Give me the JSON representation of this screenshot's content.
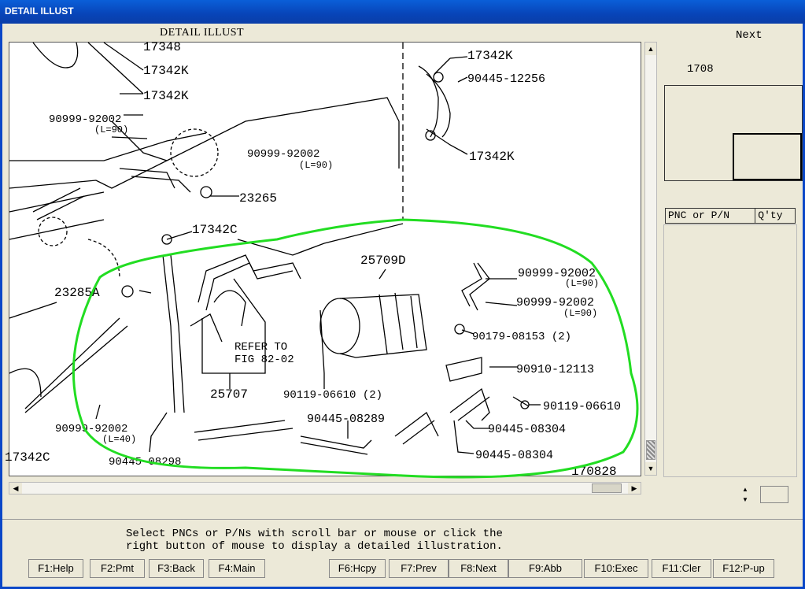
{
  "window": {
    "title": "DETAIL ILLUST"
  },
  "illustration": {
    "header": "DETAIL ILLUST",
    "labels": {
      "l17348": "17348",
      "l17342k_1": "17342K",
      "l17342k_2": "17342K",
      "l90999_top": "90999-92002",
      "l90999_top_len": "(L=90)",
      "l90999_mid": "90999-92002",
      "l90999_mid_len": "(L=90)",
      "l23265": "23265",
      "l17342c": "17342C",
      "l23285a": "23285A",
      "l17342k_r1": "17342K",
      "l90445_12256": "90445-12256",
      "l17342k_r2": "17342K",
      "l25709d": "25709D",
      "l90999_r1": "90999-92002",
      "l90999_r1_len": "(L=90)",
      "l90999_r2": "90999-92002",
      "l90999_r2_len": "(L=90)",
      "l90179": "90179-08153 (2)",
      "refer1": "REFER TO",
      "refer2": "FIG 82-02",
      "l90910": "90910-12113",
      "l25707": "25707",
      "l90119_2": "90119-06610 (2)",
      "l90119": "90119-06610",
      "l90445_08289": "90445-08289",
      "l90445_08304a": "90445-08304",
      "l90999_bot": "90999-92002",
      "l90999_bot_len": "(L=40)",
      "l90445_08304b": "90445-08304",
      "l90445_08298": "90445-08298",
      "l17342c_bot": "17342C",
      "fig": "170828"
    }
  },
  "right_panel": {
    "next_label": "Next",
    "page_number": "1708",
    "table_headers": [
      "PNC or P/N",
      "Q'ty"
    ]
  },
  "message": {
    "line1": "Select PNCs or P/Ns with scroll bar or mouse or click the",
    "line2": "right button of mouse to display a detailed illustration."
  },
  "fkeys": [
    "F1:Help",
    "F2:Pmt",
    "F3:Back",
    "F4:Main",
    "F6:Hcpy",
    "F7:Prev",
    "F8:Next",
    "F9:Abb",
    "F10:Exec",
    "F11:Cler",
    "F12:P-up"
  ],
  "colors": {
    "highlight": "#22dd22",
    "titlebar": "#0a5fd8"
  }
}
